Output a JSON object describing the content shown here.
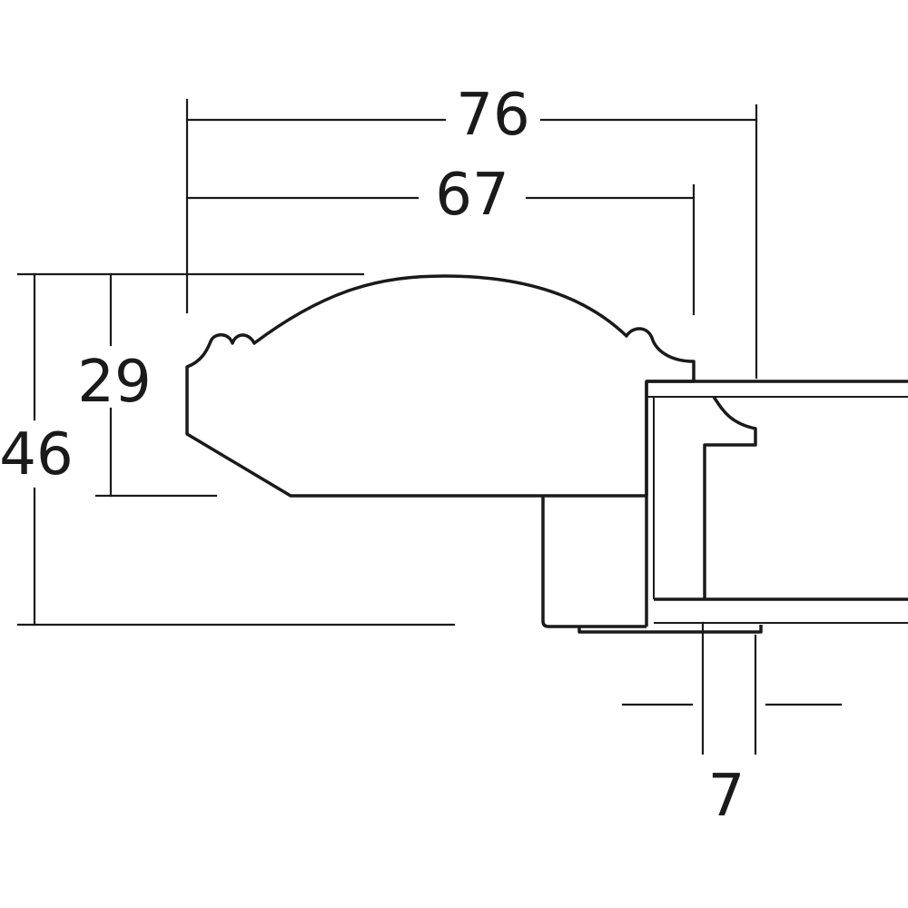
{
  "dimensions": {
    "overall_width": "76",
    "inner_width": "67",
    "rebate_height": "29",
    "overall_height": "46",
    "rebate_width": "7"
  },
  "colors": {
    "line": "#1a1a1a",
    "background": "#ffffff"
  }
}
